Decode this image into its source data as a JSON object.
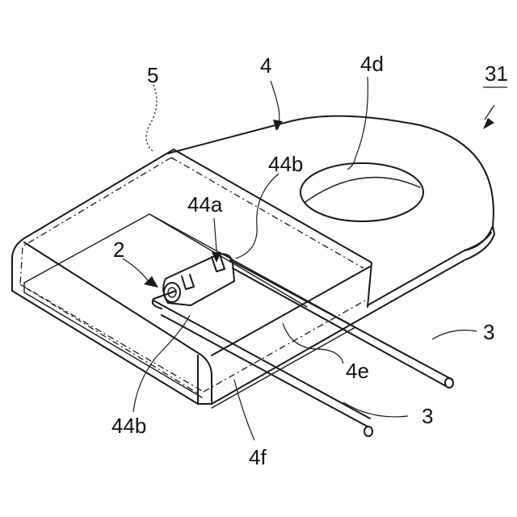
{
  "labels": {
    "l31": "31",
    "l4": "4",
    "l4d": "4d",
    "l5": "5",
    "l44b_top": "44b",
    "l44a": "44a",
    "l2": "2",
    "l44b_bottom": "44b",
    "l4e": "4e",
    "l3_upper": "3",
    "l3_lower": "3",
    "l4f": "4f"
  }
}
